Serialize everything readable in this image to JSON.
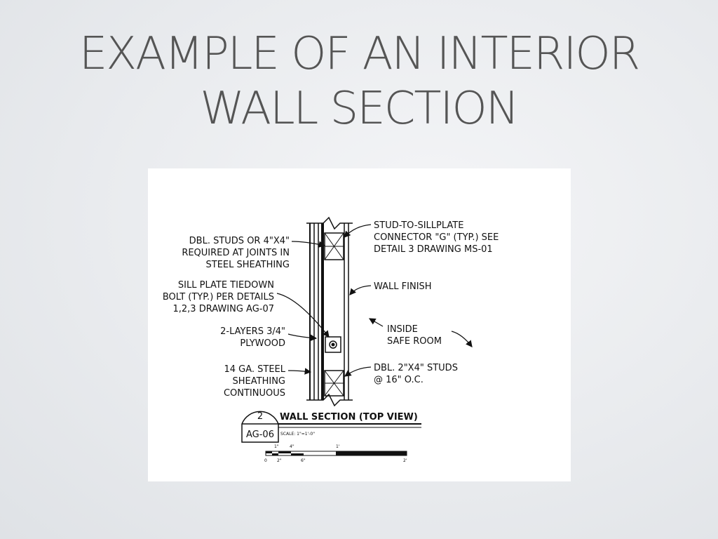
{
  "slide": {
    "title_line1": "EXAMPLE OF AN INTERIOR",
    "title_line2": "WALL SECTION"
  },
  "drawing": {
    "labels": {
      "dbl_studs_1": "DBL. STUDS OR 4\"X4\"",
      "dbl_studs_2": "REQUIRED AT JOINTS IN",
      "dbl_studs_3": "STEEL SHEATHING",
      "sill_1": "SILL PLATE TIEDOWN",
      "sill_2": "BOLT (TYP.) PER DETAILS",
      "sill_3": "1,2,3 DRAWING AG-07",
      "plywood_1": "2-LAYERS 3/4\"",
      "plywood_2": "PLYWOOD",
      "steel_1": "14 GA. STEEL",
      "steel_2": "SHEATHING",
      "steel_3": "CONTINUOUS",
      "connector_1": "STUD-TO-SILLPLATE",
      "connector_2": "CONNECTOR \"G\" (TYP.) SEE",
      "connector_3": "DETAIL 3 DRAWING MS-01",
      "wall_finish": "WALL FINISH",
      "inside_1": "INSIDE",
      "inside_2": "SAFE ROOM",
      "studs_1": "DBL. 2\"X4\" STUDS",
      "studs_2": "@ 16\" O.C."
    },
    "title_block": {
      "detail_number": "2",
      "sheet": "AG-06",
      "title": "WALL SECTION (TOP VIEW)",
      "scale": "SCALE: 1\"=1'-0\""
    },
    "scale_bar": {
      "top_labels": [
        "1\"",
        "4\"",
        "1'"
      ],
      "bottom_labels": [
        "0",
        "2\"",
        "6\"",
        "2'"
      ]
    }
  }
}
